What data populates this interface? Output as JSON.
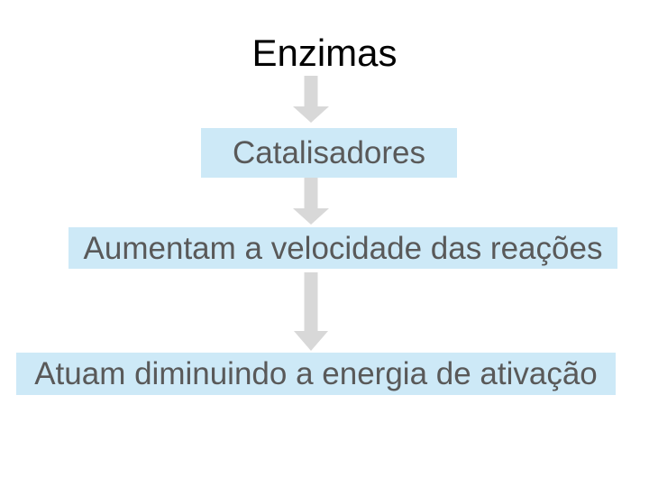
{
  "slide": {
    "title": "Enzimas",
    "flow": [
      {
        "label": "Catalisadores"
      },
      {
        "label": "Aumentam a velocidade das reações"
      },
      {
        "label": "Atuam diminuindo a energia de ativação"
      }
    ],
    "icons": [
      {
        "name": "down-arrow-icon",
        "glyph": "block arrow pointing down"
      }
    ],
    "colors": {
      "background": "#ffffff",
      "title_text": "#000000",
      "box_fill": "#cde9f7",
      "box_text": "#595959",
      "arrow_fill": "#d8d8d8"
    }
  }
}
